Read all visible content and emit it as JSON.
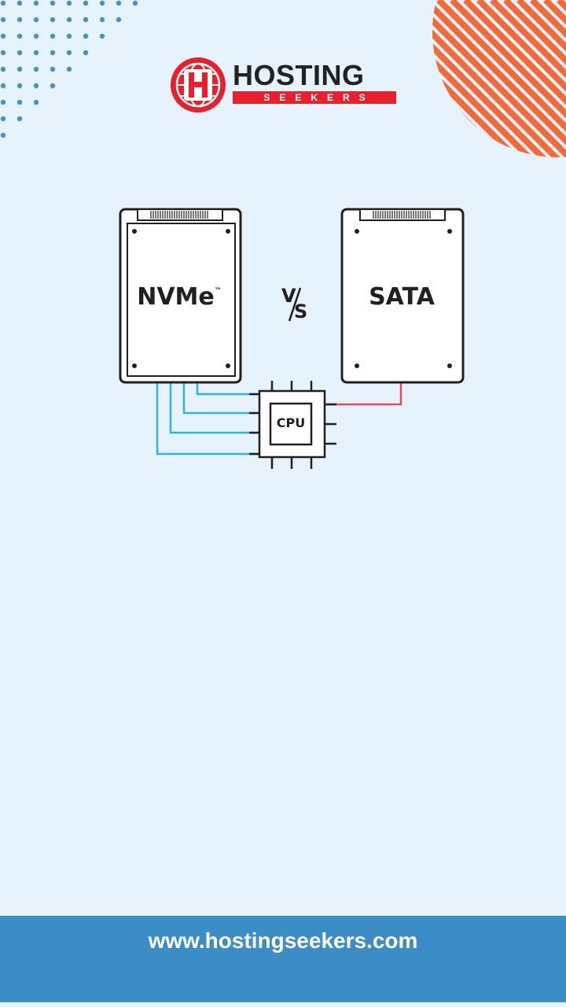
{
  "brand": {
    "name": "HOSTING",
    "subname": "SEEKERS",
    "icon": "globe-h-icon",
    "colors": {
      "red": "#e8202d",
      "dark": "#222222"
    }
  },
  "diagram": {
    "left_drive": {
      "label": "NVMe",
      "trademark": "™",
      "connector_color": "#29b6d8"
    },
    "right_drive": {
      "label": "SATA",
      "connector_color": "#e34a5b"
    },
    "versus": {
      "v": "V",
      "s": "S"
    },
    "processor": {
      "label": "CPU"
    }
  },
  "decor": {
    "dots_color": "#4a90c8",
    "stripes_color": "#f26a38"
  },
  "footer": {
    "url": "www.hostingseekers.com",
    "background": "#3c8dc5"
  }
}
